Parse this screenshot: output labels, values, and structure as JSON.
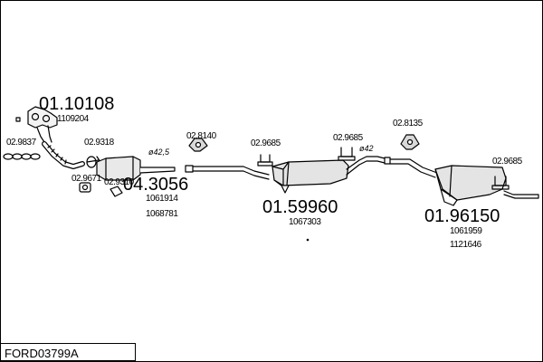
{
  "diagram": {
    "code": "FORD03799A",
    "parts": [
      {
        "key": "p1",
        "main": "01.10108",
        "refs": [
          "1109204"
        ]
      },
      {
        "key": "p2",
        "main": "04.3056",
        "refs": [
          "1061914",
          "1068781"
        ]
      },
      {
        "key": "p3",
        "main": "01.59960",
        "refs": [
          "1067303"
        ]
      },
      {
        "key": "p4",
        "main": "01.96150",
        "refs": [
          "1061959",
          "1121646"
        ]
      }
    ],
    "small_parts": [
      "02.9837",
      "02.9318",
      "02.9671",
      "02.9310",
      "02.8140",
      "02.9685",
      "02.9685",
      "02.8135",
      "02.9685"
    ],
    "diameters": [
      "ø42,5",
      "ø42"
    ]
  }
}
